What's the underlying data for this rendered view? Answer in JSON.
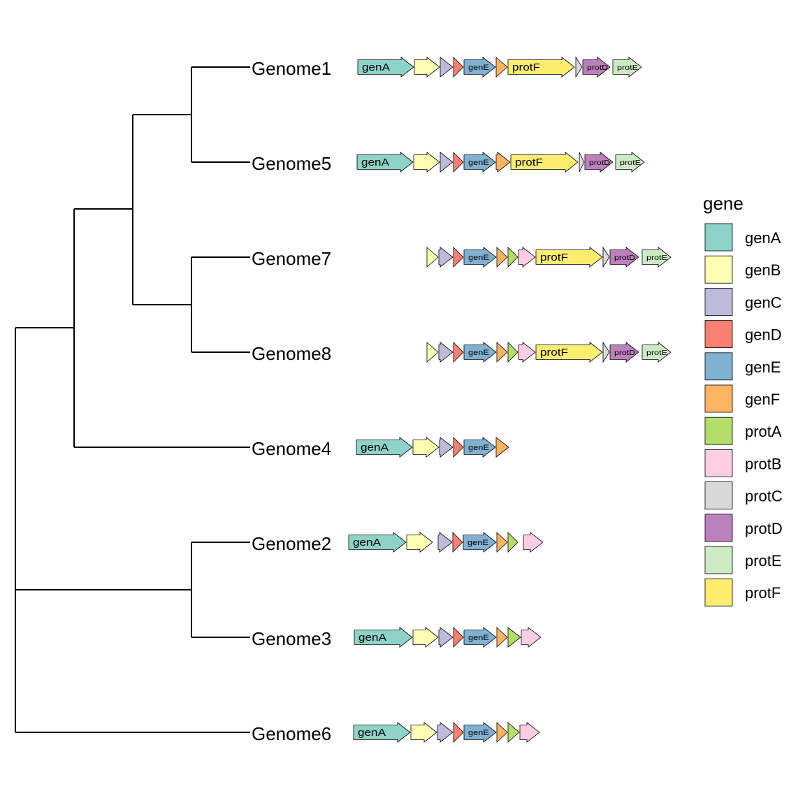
{
  "tree": {
    "tips": [
      "Genome1",
      "Genome5",
      "Genome7",
      "Genome8",
      "Genome4",
      "Genome2",
      "Genome3",
      "Genome6"
    ]
  },
  "legend": {
    "title": "gene",
    "items": [
      {
        "label": "genA",
        "color": "#8dd3c7"
      },
      {
        "label": "genB",
        "color": "#ffffb3"
      },
      {
        "label": "genC",
        "color": "#bebada"
      },
      {
        "label": "genD",
        "color": "#fb8072"
      },
      {
        "label": "genE",
        "color": "#80b1d3"
      },
      {
        "label": "genF",
        "color": "#fdb462"
      },
      {
        "label": "protA",
        "color": "#b3de69"
      },
      {
        "label": "protB",
        "color": "#fccde5"
      },
      {
        "label": "protC",
        "color": "#d9d9d9"
      },
      {
        "label": "protD",
        "color": "#bc80bd"
      },
      {
        "label": "protE",
        "color": "#ccebc5"
      },
      {
        "label": "protF",
        "color": "#ffed6f"
      }
    ]
  },
  "genomes": [
    {
      "name": "Genome1",
      "genes": [
        {
          "gene": "genA",
          "label": "genA"
        },
        {
          "gene": "genB"
        },
        {
          "gene": "genC"
        },
        {
          "gene": "genD"
        },
        {
          "gene": "genE",
          "label": "genE"
        },
        {
          "gene": "genF"
        },
        {
          "gene": "protF",
          "label": "protF"
        },
        {
          "gene": "protC"
        },
        {
          "gene": "protD",
          "label": "protD"
        },
        {
          "gene": "protE",
          "label": "protE"
        }
      ]
    },
    {
      "name": "Genome5",
      "genes": [
        {
          "gene": "genA",
          "label": "genA"
        },
        {
          "gene": "genB"
        },
        {
          "gene": "genC"
        },
        {
          "gene": "genD"
        },
        {
          "gene": "genE",
          "label": "genE"
        },
        {
          "gene": "genF"
        },
        {
          "gene": "protF",
          "label": "protF"
        },
        {
          "gene": "protC"
        },
        {
          "gene": "protD",
          "label": "protD"
        },
        {
          "gene": "protE",
          "label": "protE"
        }
      ]
    },
    {
      "name": "Genome7",
      "genes": [
        {
          "gene": "genB"
        },
        {
          "gene": "genC"
        },
        {
          "gene": "genD"
        },
        {
          "gene": "genE",
          "label": "genE"
        },
        {
          "gene": "genF"
        },
        {
          "gene": "protA"
        },
        {
          "gene": "protB"
        },
        {
          "gene": "protF",
          "label": "protF"
        },
        {
          "gene": "protC"
        },
        {
          "gene": "protD",
          "label": "protD"
        },
        {
          "gene": "protE",
          "label": "protE"
        }
      ]
    },
    {
      "name": "Genome8",
      "genes": [
        {
          "gene": "genB"
        },
        {
          "gene": "genC"
        },
        {
          "gene": "genD"
        },
        {
          "gene": "genE",
          "label": "genE"
        },
        {
          "gene": "genF"
        },
        {
          "gene": "protA"
        },
        {
          "gene": "protB"
        },
        {
          "gene": "protF",
          "label": "protF"
        },
        {
          "gene": "protC"
        },
        {
          "gene": "protD",
          "label": "protD"
        },
        {
          "gene": "protE",
          "label": "protE"
        }
      ]
    },
    {
      "name": "Genome4",
      "genes": [
        {
          "gene": "genA",
          "label": "genA"
        },
        {
          "gene": "genB"
        },
        {
          "gene": "genC"
        },
        {
          "gene": "genD"
        },
        {
          "gene": "genE",
          "label": "genE"
        },
        {
          "gene": "genF"
        }
      ]
    },
    {
      "name": "Genome2",
      "genes": [
        {
          "gene": "genA",
          "label": "genA"
        },
        {
          "gene": "genB"
        },
        {
          "gene": "genC"
        },
        {
          "gene": "genD"
        },
        {
          "gene": "genE",
          "label": "genE"
        },
        {
          "gene": "genF"
        },
        {
          "gene": "protA"
        },
        {
          "gene": "protB"
        }
      ]
    },
    {
      "name": "Genome3",
      "genes": [
        {
          "gene": "genA",
          "label": "genA"
        },
        {
          "gene": "genB"
        },
        {
          "gene": "genC"
        },
        {
          "gene": "genD"
        },
        {
          "gene": "genE",
          "label": "genE"
        },
        {
          "gene": "genF"
        },
        {
          "gene": "protA"
        },
        {
          "gene": "protB"
        }
      ]
    },
    {
      "name": "Genome6",
      "genes": [
        {
          "gene": "genA",
          "label": "genA"
        },
        {
          "gene": "genB"
        },
        {
          "gene": "genC"
        },
        {
          "gene": "genD"
        },
        {
          "gene": "genE",
          "label": "genE"
        },
        {
          "gene": "genF"
        },
        {
          "gene": "protA"
        },
        {
          "gene": "protB"
        }
      ]
    }
  ]
}
